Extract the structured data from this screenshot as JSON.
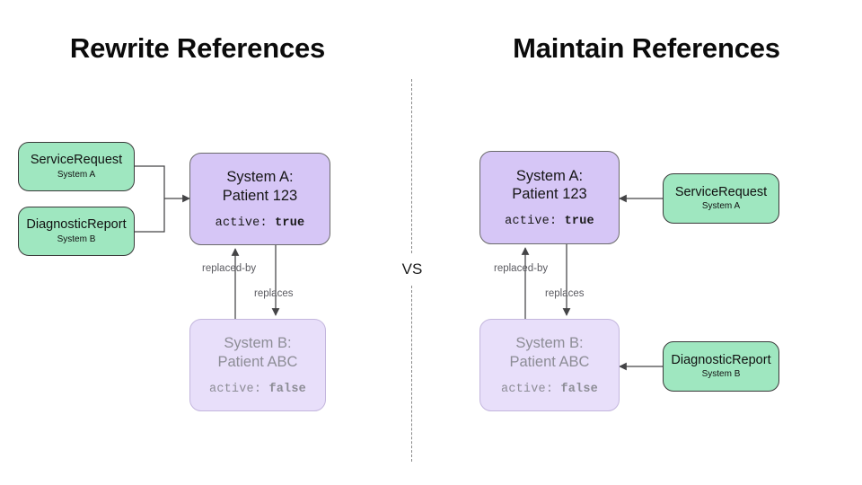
{
  "panels": [
    {
      "title": "Rewrite References",
      "nodes": {
        "system_a": {
          "title": "System A:\nPatient 123",
          "field": "active:",
          "value": "true"
        },
        "system_b": {
          "title": "System B:\nPatient ABC",
          "field": "active:",
          "value": "false"
        },
        "service_request": {
          "name": "ServiceRequest",
          "system": "System A"
        },
        "diagnostic_report": {
          "name": "DiagnosticReport",
          "system": "System B"
        }
      },
      "edges": {
        "replaced_by": "replaced-by",
        "replaces": "replaces"
      }
    },
    {
      "title": "Maintain References",
      "nodes": {
        "system_a": {
          "title": "System A:\nPatient 123",
          "field": "active:",
          "value": "true"
        },
        "system_b": {
          "title": "System B:\nPatient ABC",
          "field": "active:",
          "value": "false"
        },
        "service_request": {
          "name": "ServiceRequest",
          "system": "System A"
        },
        "diagnostic_report": {
          "name": "DiagnosticReport",
          "system": "System B"
        }
      },
      "edges": {
        "replaced_by": "replaced-by",
        "replaces": "replaces"
      }
    }
  ],
  "divider": {
    "label": "VS"
  },
  "colors": {
    "green_fill": "#9FE7C0",
    "green_border": "#3a3a3a",
    "purple_fill": "#D6C6F6",
    "purple_border": "#6b6b6b",
    "purple_faded_fill": "#E8DFFA",
    "purple_faded_border": "#c3b6dd",
    "faded_text": "#8d8d96",
    "wire": "#444446",
    "title_text": "#0b0b0b",
    "background": "#ffffff"
  }
}
